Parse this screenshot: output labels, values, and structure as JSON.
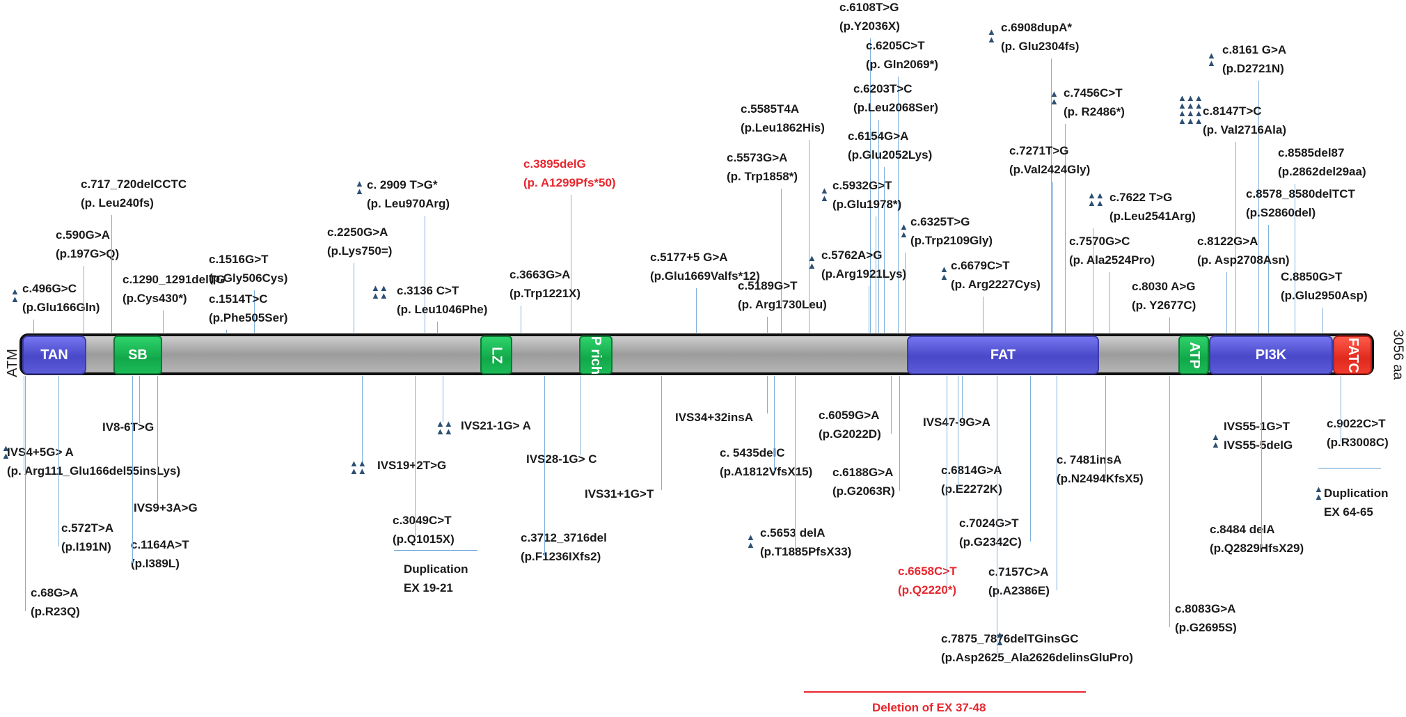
{
  "protein": {
    "name": "ATM",
    "length": "3056 aa"
  },
  "domains": [
    {
      "id": "tan",
      "label": "TAN"
    },
    {
      "id": "sb",
      "label": "SB"
    },
    {
      "id": "lz",
      "label": "LZ"
    },
    {
      "id": "prich",
      "label": "P rich"
    },
    {
      "id": "fat",
      "label": "FAT"
    },
    {
      "id": "atp",
      "label": "ATP"
    },
    {
      "id": "pi3k",
      "label": "PI3K"
    },
    {
      "id": "fatc",
      "label": "FATC"
    }
  ],
  "above": [
    {
      "l1": "c.496G>C",
      "l2": "(p.Glu166Gln)"
    },
    {
      "l1": "c.590G>A",
      "l2": "(p.197G>Q)"
    },
    {
      "l1": "c.717_720delCCTC",
      "l2": "(p. Leu240fs)"
    },
    {
      "l1": "c.1290_1291delTG",
      "l2": "(p.Cys430*)"
    },
    {
      "l1": "c.1516G>T",
      "l2": "(p.Gly506Cys)"
    },
    {
      "l1": "c.1514T>C",
      "l2": "(p.Phe505Ser)"
    },
    {
      "l1": "c.2250G>A",
      "l2": "(p.Lys750=)"
    },
    {
      "l1": "c. 2909 T>G*",
      "l2": "(p. Leu970Arg)"
    },
    {
      "l1": "c.3136 C>T",
      "l2": "(p. Leu1046Phe)"
    },
    {
      "l1": "c.3895delG",
      "l2": "(p. A1299Pfs*50)"
    },
    {
      "l1": "c.3663G>A",
      "l2": "(p.Trp1221X)"
    },
    {
      "l1": "c.5177+5 G>A",
      "l2": "(p.Glu1669Valfs*12)"
    },
    {
      "l1": "c.5585T4A",
      "l2": "(p.Leu1862His)"
    },
    {
      "l1": "c.5573G>A",
      "l2": "(p. Trp1858*)"
    },
    {
      "l1": "c.5189G>T",
      "l2": "(p. Arg1730Leu)"
    },
    {
      "l1": "c.6108T>G",
      "l2": "(p.Y2036X)"
    },
    {
      "l1": "c.6205C>T",
      "l2": "(p. Gln2069*)"
    },
    {
      "l1": "c.6203T>C",
      "l2": "(p.Leu2068Ser)"
    },
    {
      "l1": "c.6154G>A",
      "l2": "(p.Glu2052Lys)"
    },
    {
      "l1": "c.5932G>T",
      "l2": "(p.Glu1978*)"
    },
    {
      "l1": "c.6325T>G",
      "l2": "(p.Trp2109Gly)"
    },
    {
      "l1": "c.5762A>G",
      "l2": "(p.Arg1921Lys)"
    },
    {
      "l1": "c.6679C>T",
      "l2": "(p. Arg2227Cys)"
    },
    {
      "l1": "c.6908dupA*",
      "l2": "(p. Glu2304fs)"
    },
    {
      "l1": "c.7456C>T",
      "l2": "(p. R2486*)"
    },
    {
      "l1": "c.7271T>G",
      "l2": "(p.Val2424Gly)"
    },
    {
      "l1": "c.7622 T>G",
      "l2": "(p.Leu2541Arg)"
    },
    {
      "l1": "c.7570G>C",
      "l2": "(p. Ala2524Pro)"
    },
    {
      "l1": "c.8161 G>A",
      "l2": "(p.D2721N)"
    },
    {
      "l1": "c.8147T>C",
      "l2": "(p. Val2716Ala)"
    },
    {
      "l1": "c.8585del87",
      "l2": "(p.2862del29aa)"
    },
    {
      "l1": "c.8578_8580delTCT",
      "l2": "(p.S2860del)"
    },
    {
      "l1": "c.8122G>A",
      "l2": "(p. Asp2708Asn)"
    },
    {
      "l1": "c.8030 A>G",
      "l2": "(p. Y2677C)"
    },
    {
      "l1": "C.8850G>T",
      "l2": "(p.Glu2950Asp)"
    }
  ],
  "below": [
    {
      "l1": "IV8-6T>G",
      "l2": ""
    },
    {
      "l1": "IVS4+5G> A",
      "l2": "(p. Arg111_Glu166del55insLys)"
    },
    {
      "l1": "IVS9+3A>G",
      "l2": ""
    },
    {
      "l1": "c.572T>A",
      "l2": "(p.I191N)"
    },
    {
      "l1": "c.1164A>T",
      "l2": "(p.I389L)"
    },
    {
      "l1": "c.68G>A",
      "l2": "(p.R23Q)"
    },
    {
      "l1": "IVS19+2T>G",
      "l2": ""
    },
    {
      "l1": "IVS21-1G> A",
      "l2": ""
    },
    {
      "l1": "c.3049C>T",
      "l2": "(p.Q1015X)"
    },
    {
      "l1": "Duplication",
      "l2": "EX 19-21"
    },
    {
      "l1": "IVS28-1G> C",
      "l2": ""
    },
    {
      "l1": "c.3712_3716del",
      "l2": "(p.F1236IXfs2)"
    },
    {
      "l1": "IVS31+1G>T",
      "l2": ""
    },
    {
      "l1": "IVS34+32insA",
      "l2": ""
    },
    {
      "l1": "c. 5435delC",
      "l2": "(p.A1812VfsX15)"
    },
    {
      "l1": "c.5653 delA",
      "l2": "(p.T1885PfsX33)"
    },
    {
      "l1": "c.6059G>A",
      "l2": "(p.G2022D)"
    },
    {
      "l1": "c.6188G>A",
      "l2": "(p.G2063R)"
    },
    {
      "l1": "IVS47-9G>A",
      "l2": ""
    },
    {
      "l1": "c.6814G>A",
      "l2": "(p.E2272K)"
    },
    {
      "l1": "c.7024G>T",
      "l2": "(p.G2342C)"
    },
    {
      "l1": "c.6658C>T",
      "l2": "(p.Q2220*)"
    },
    {
      "l1": "c.7157C>A",
      "l2": "(p.A2386E)"
    },
    {
      "l1": "c.7875_7876delTGinsGC",
      "l2": "(p.Asp2625_Ala2626delinsGluPro)"
    },
    {
      "l1": "c. 7481insA",
      "l2": "(p.N2494KfsX5)"
    },
    {
      "l1": "c.8083G>A",
      "l2": "(p.G2695S)"
    },
    {
      "l1": "IVS55-1G>T",
      "l2": "IVS55-5delG"
    },
    {
      "l1": "c.9022C>T",
      "l2": "(p.R3008C)"
    },
    {
      "l1": "c.8484 delA",
      "l2": "(p.Q2829HfsX29)"
    },
    {
      "l1": "Duplication",
      "l2": "EX 64-65"
    }
  ],
  "deletion": {
    "label": "Deletion of  EX 37-48"
  },
  "colors": {
    "text": "#1a1a1a",
    "highlight": "#e8262d",
    "leader": "#7fb0dc",
    "domain_blue": "#4848c8",
    "domain_green": "#12a84a",
    "domain_red": "#e02a1e",
    "marker": "#2c4f73"
  }
}
